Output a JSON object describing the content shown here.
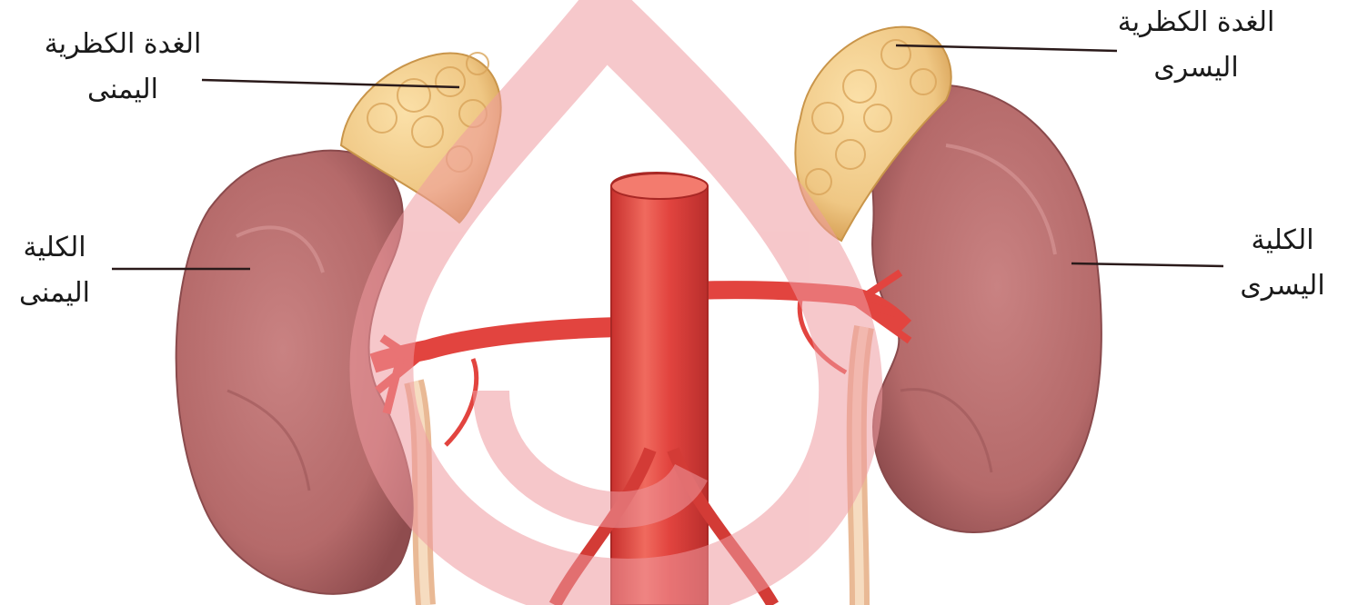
{
  "labels": {
    "right_adrenal": {
      "line1": "الغدة الكظرية",
      "line2": "اليمنى"
    },
    "left_adrenal": {
      "line1": "الغدة الكظرية",
      "line2": "اليسرى"
    },
    "right_kidney": {
      "line1": "الكلية",
      "line2": "اليمنى"
    },
    "left_kidney": {
      "line1": "الكلية",
      "line2": "اليسرى"
    }
  },
  "colors": {
    "kidney": "#b56a6a",
    "kidney_shadow": "#8f4c4e",
    "adrenal": "#efc784",
    "adrenal_edge": "#c9954a",
    "artery": "#e2443f",
    "artery_dark": "#b92e2c",
    "ureter": "#eec9a6",
    "watermark": "#ef9aa0",
    "leader_line": "#2a1a1a"
  },
  "watermark": {
    "name": "watermark-logo"
  }
}
